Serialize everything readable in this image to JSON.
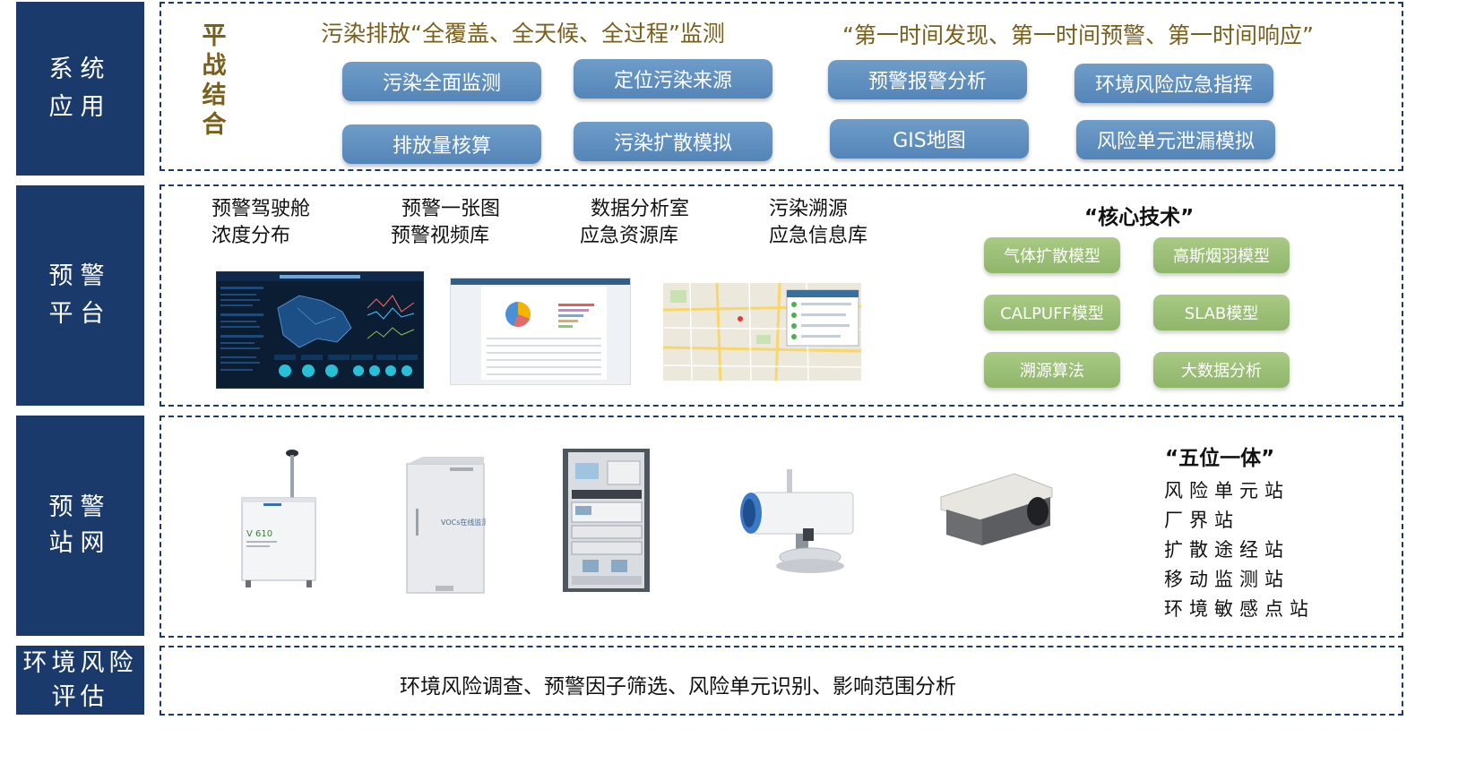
{
  "rows": {
    "system": {
      "line1": "系统",
      "line2": "应用"
    },
    "platform": {
      "line1": "预警",
      "line2": "平台"
    },
    "network": {
      "line1": "预警",
      "line2": "站网"
    },
    "assessment": {
      "line1": "环境风险",
      "line2": "评估"
    }
  },
  "system": {
    "vertical_slogan": [
      "平",
      "战",
      "结",
      "合"
    ],
    "heading_left": "污染排放“全覆盖、全天候、全过程”监测",
    "heading_right": "“第一时间发现、第一时间预警、第一时间响应”",
    "buttons": [
      "污染全面监测",
      "定位污染来源",
      "预警报警分析",
      "环境风险应急指挥",
      "排放量核算",
      "污染扩散模拟",
      "GIS地图",
      "风险单元泄漏模拟"
    ]
  },
  "platform": {
    "modules": [
      {
        "line1": "预警驾驶舱",
        "line2": "浓度分布"
      },
      {
        "line1": "预警一张图",
        "line2": "预警视频库"
      },
      {
        "line1": "数据分析室",
        "line2": "应急资源库"
      },
      {
        "line1": "污染溯源",
        "line2": "应急信息库"
      }
    ],
    "core_title": "“核心技术”",
    "core_items": [
      "气体扩散模型",
      "高斯烟羽模型",
      "CALPUFF模型",
      "SLAB模型",
      "溯源算法",
      "大数据分析"
    ]
  },
  "network": {
    "title": "“五位一体”",
    "stations": [
      "风险单元站",
      "厂界站",
      "扩散途经站",
      "移动监测站",
      "环境敏感点站"
    ],
    "device_label": "V 610",
    "cabinet_label": "VOCs在线监测"
  },
  "assessment": {
    "text": "环境风险调查、预警因子筛选、风险单元识别、影响范围分析"
  },
  "colors": {
    "navy": "#1a3a6c",
    "blue_pill": "#5e8fc0",
    "green_pill": "#9cc077",
    "olive": "#7a5f1a"
  }
}
